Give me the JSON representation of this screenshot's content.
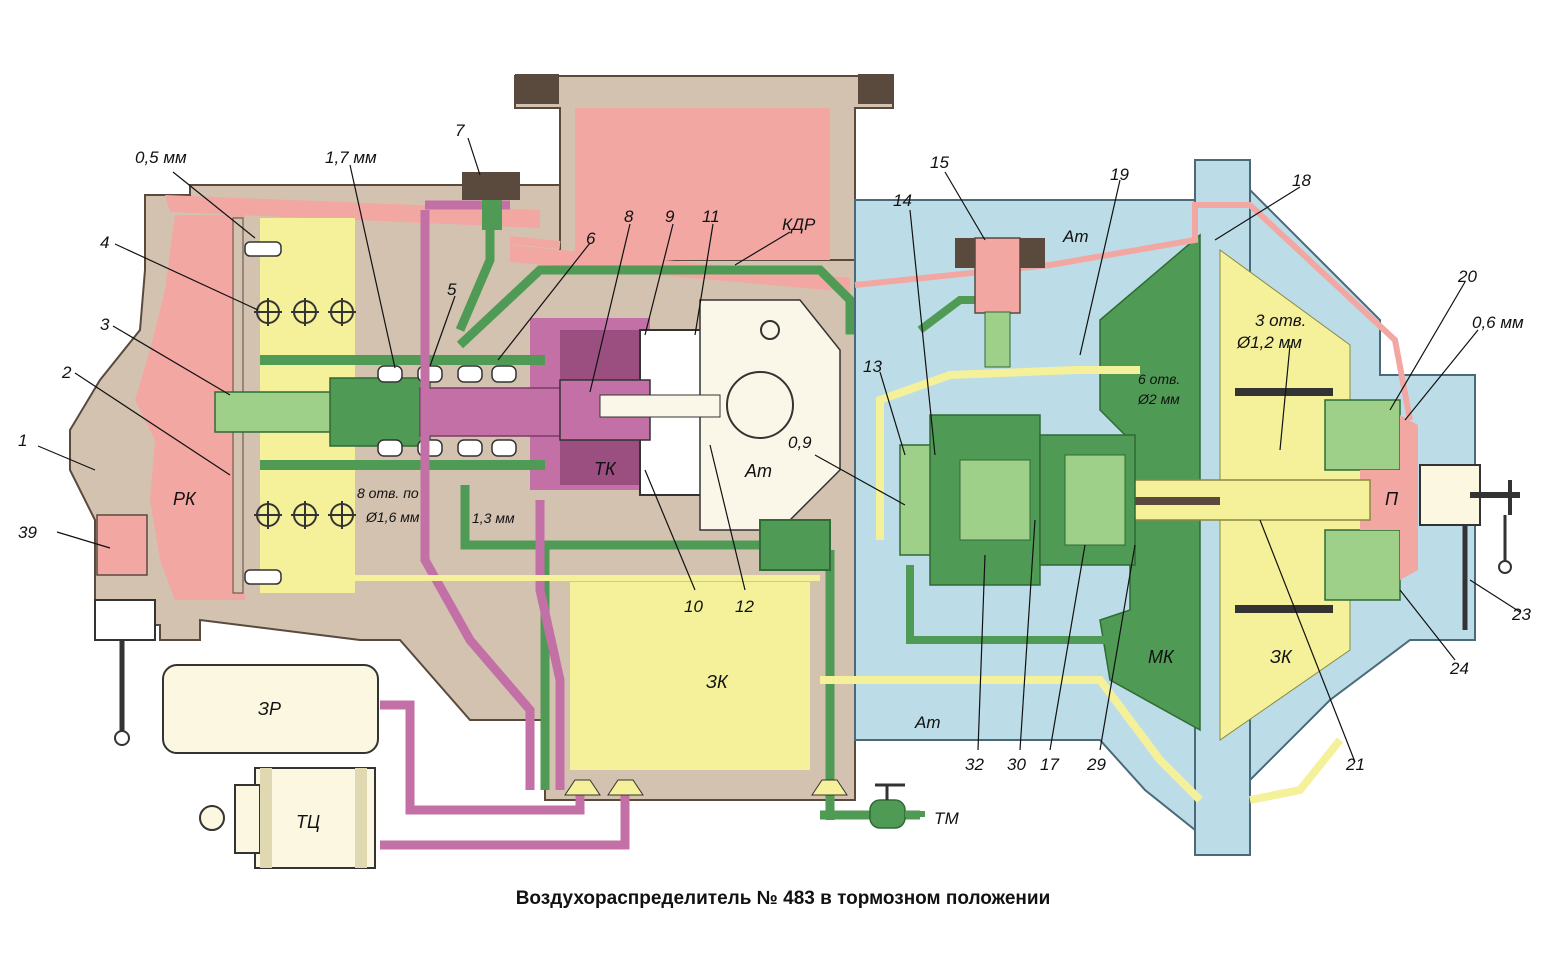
{
  "caption": "Воздухораспределитель № 483 в тормозном положении",
  "colors": {
    "body": "#d4c2b0",
    "red_rk": "#f2a7a3",
    "yellow_zk": "#f5f09a",
    "green_dark": "#4f9a55",
    "green_light": "#9fd08a",
    "blue_mag": "#bcdde7",
    "magenta_line": "#c270a6",
    "pink_line": "#e9a6b4"
  },
  "numbers": {
    "n1": "1",
    "n2": "2",
    "n3": "3",
    "n4": "4",
    "n5": "5",
    "n6": "6",
    "n7": "7",
    "n8": "8",
    "n9": "9",
    "n10": "10",
    "n11": "11",
    "n12": "12",
    "n13": "13",
    "n14": "14",
    "n15": "15",
    "n17": "17",
    "n18": "18",
    "n19": "19",
    "n20": "20",
    "n21": "21",
    "n23": "23",
    "n24": "24",
    "n29": "29",
    "n30": "30",
    "n32": "32",
    "n39": "39"
  },
  "dims": {
    "d05": "0,5 мм",
    "d17": "1,7 мм",
    "d8a": "8 отв. по",
    "d8b": "Ø1,6 мм",
    "d13": "1,3 мм",
    "d09": "0,9",
    "d6a": "6 отв.",
    "d6b": "Ø2 мм",
    "d3a": "3 отв.",
    "d3b": "Ø1,2 мм",
    "d06": "0,6 мм"
  },
  "zones": {
    "rk": "РК",
    "tk": "ТК",
    "at1": "Ат",
    "at2": "Ат",
    "at3": "Ат",
    "kdr": "КДР",
    "zk1": "ЗК",
    "zk2": "ЗК",
    "mk": "МК",
    "p": "П",
    "zr": "ЗР",
    "tc": "ТЦ",
    "tm": "ТМ"
  }
}
